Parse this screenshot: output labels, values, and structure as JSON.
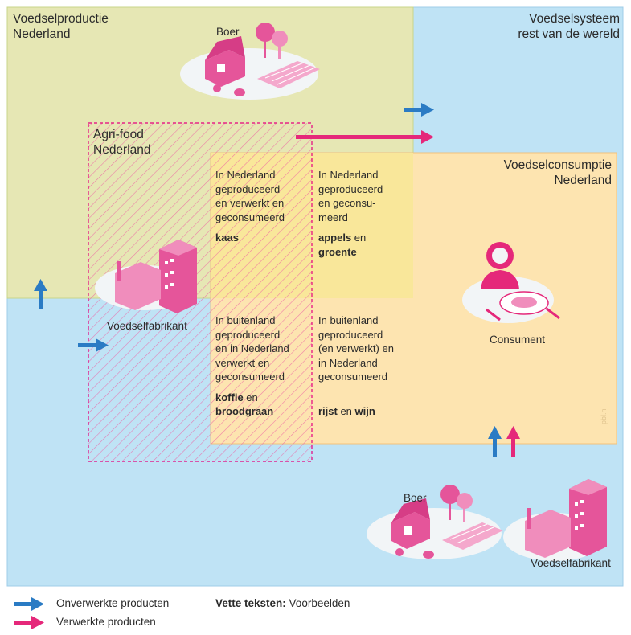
{
  "regions": {
    "world": {
      "title": "Voedselsysteem\nrest van de wereld",
      "color": "#bfe3f5"
    },
    "production": {
      "title": "Voedselproductie\nNederland",
      "color": "#e6e7b4"
    },
    "agrifood": {
      "title": "Agri-food\nNederland",
      "color": "#e6007e"
    },
    "consumption": {
      "title": "Voedselconsumptie\nNederland",
      "color": "#fde4b0"
    }
  },
  "cells": [
    {
      "desc": "In Nederland\ngeproduceerd\nen verwerkt en\ngeconsumeerd",
      "example_bold": "kaas",
      "example_rest": ""
    },
    {
      "desc": "In Nederland\ngeproduceerd\nen geconsu-\nmeerd",
      "example_bold": "appels",
      "example_rest": " en",
      "example_bold2": "groente"
    },
    {
      "desc": "In buitenland\ngeproduceerd\nen in Nederland\nverwerkt en\ngeconsumeerd",
      "example_bold": "koffie",
      "example_rest": " en",
      "example_bold2": "broodgraan"
    },
    {
      "desc": "In buitenland\ngeproduceerd\n(en verwerkt) en\nin Nederland\ngeconsumeerd",
      "example_bold": "rijst",
      "example_rest": " en ",
      "example_bold_end": "wijn"
    }
  ],
  "actors": {
    "farmer_top": "Boer",
    "factory_left": "Voedselfabrikant",
    "consumer": "Consument",
    "farmer_bottom": "Boer",
    "factory_bottom": "Voedselfabrikant"
  },
  "watermark": "pbl.nl",
  "legend": {
    "unprocessed": "Onverwerkte producten",
    "processed": "Verwerkte producten",
    "bold_label": "Vette teksten:",
    "bold_desc": " Voorbeelden"
  },
  "colors": {
    "blue_arrow": "#2a7bc4",
    "pink_arrow": "#e5287a",
    "pink_icon": "#e5559a"
  }
}
